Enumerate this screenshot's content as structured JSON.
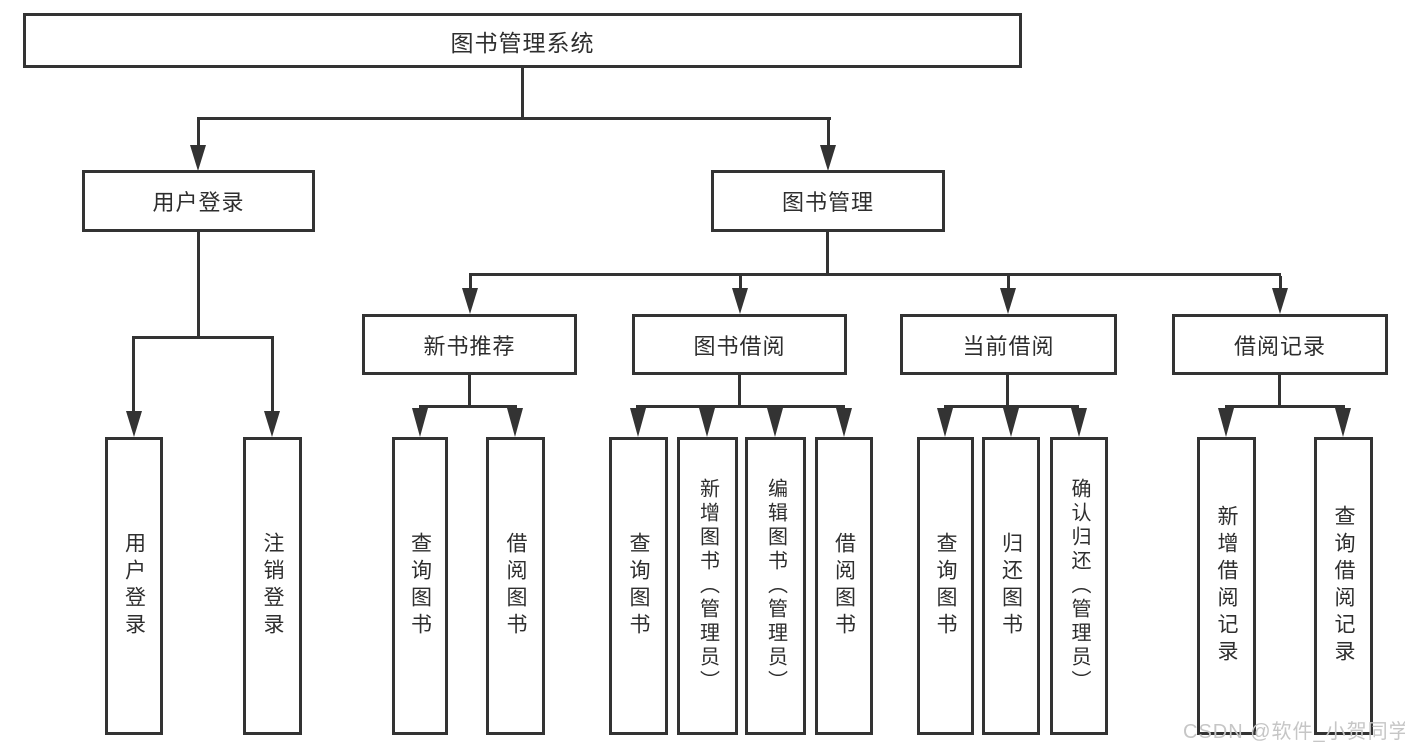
{
  "tree": {
    "root": "图书管理系统",
    "level2": [
      {
        "label": "用户登录",
        "children": [
          {
            "label": "用户登录"
          },
          {
            "label": "注销登录"
          }
        ]
      },
      {
        "label": "图书管理",
        "children": [
          {
            "label": "新书推荐",
            "children": [
              {
                "label": "查询图书"
              },
              {
                "label": "借阅图书"
              }
            ]
          },
          {
            "label": "图书借阅",
            "children": [
              {
                "label": "查询图书"
              },
              {
                "label": "新增图书（管理员）"
              },
              {
                "label": "编辑图书（管理员）"
              },
              {
                "label": "借阅图书"
              }
            ]
          },
          {
            "label": "当前借阅",
            "children": [
              {
                "label": "查询图书"
              },
              {
                "label": "归还图书"
              },
              {
                "label": "确认归还（管理员）"
              }
            ]
          },
          {
            "label": "借阅记录",
            "children": [
              {
                "label": "新增借阅记录"
              },
              {
                "label": "查询借阅记录"
              }
            ]
          }
        ]
      }
    ]
  },
  "watermark": "CSDN @软件_小贺同学",
  "colors": {
    "line": "#333333",
    "box_fill": "#ffffff",
    "watermark_text": "#c6c6c6"
  }
}
